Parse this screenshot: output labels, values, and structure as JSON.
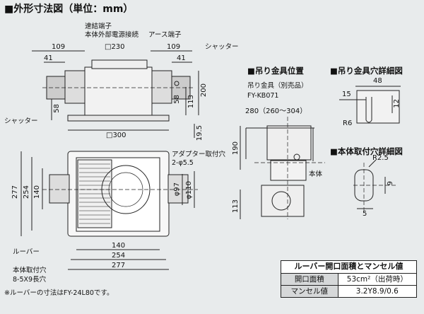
{
  "titles": {
    "main": "■外形寸法図（単位：mm）",
    "hanger_position": "■吊り金具位置",
    "hanger_hole": "■吊り金具穴詳細図",
    "body_hole": "■本体取付穴詳細図"
  },
  "labels": {
    "connection_terminal": "速結端子",
    "power_connection": "本体外部電源接続",
    "earth_terminal": "アース端子",
    "shutter_right": "シャッター",
    "shutter_left": "シャッター",
    "hanger_sold": "吊り金具（別売品）",
    "hanger_model": "FY-KB071",
    "body": "本体",
    "adapter_hole": "アダプター取付穴",
    "adapter_hole_size": "2-φ5.5",
    "louver": "ルーバー",
    "body_mount_hole": "本体取付穴",
    "body_mount_hole_size": "8-5X9長穴",
    "note": "※ルーバーの寸法はFY-24L80です。"
  },
  "dims": {
    "d109a": "109",
    "d41a": "41",
    "d230": "□230",
    "d109b": "109",
    "d41b": "41",
    "d58a": "58",
    "d113a": "113",
    "d200": "200",
    "d300": "□300",
    "d195": "19.5",
    "d58b": "58",
    "d280": "280（260～304）",
    "d190": "190",
    "d113b": "113",
    "d48": "48",
    "d15": "15",
    "d12": "12",
    "r6": "R6",
    "r25": "R2.5",
    "d9": "9",
    "d5": "5",
    "d277v": "277",
    "d254v": "254",
    "d140v": "140",
    "d97": "φ97",
    "d110": "φ110",
    "d140h": "140",
    "d254h": "254",
    "d277h": "277"
  },
  "spec_table": {
    "title": "ルーバー開口面積とマンセル値",
    "rows": [
      {
        "key": "開口面積",
        "value": "53cm²（出荷時）"
      },
      {
        "key": "マンセル値",
        "value": "3.2Y8.9/0.6"
      }
    ]
  }
}
